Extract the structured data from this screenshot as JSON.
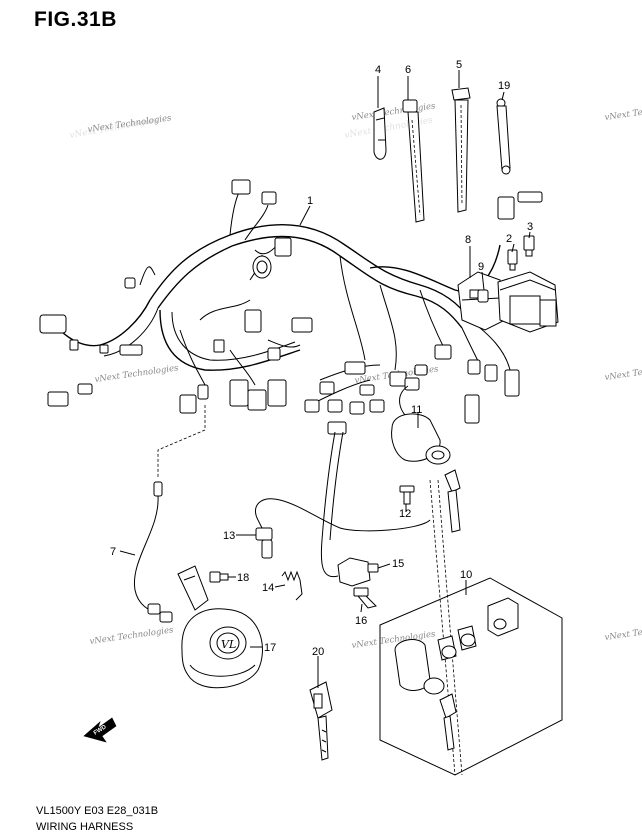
{
  "figure_title": "FIG.31B",
  "footer": {
    "code": "VL1500Y E03 E28_031B",
    "caption": "WIRING HARNESS"
  },
  "watermark": "vNext Technologies",
  "fwd_label": "FWD",
  "callouts": [
    {
      "id": "c1",
      "label": "1"
    },
    {
      "id": "c2",
      "label": "2"
    },
    {
      "id": "c3",
      "label": "3"
    },
    {
      "id": "c4",
      "label": "4"
    },
    {
      "id": "c5",
      "label": "5"
    },
    {
      "id": "c6",
      "label": "6"
    },
    {
      "id": "c7",
      "label": "7"
    },
    {
      "id": "c8",
      "label": "8"
    },
    {
      "id": "c9",
      "label": "9"
    },
    {
      "id": "c10",
      "label": "10"
    },
    {
      "id": "c11",
      "label": "11"
    },
    {
      "id": "c12",
      "label": "12"
    },
    {
      "id": "c13",
      "label": "13"
    },
    {
      "id": "c14",
      "label": "14"
    },
    {
      "id": "c15",
      "label": "15"
    },
    {
      "id": "c16",
      "label": "16"
    },
    {
      "id": "c17",
      "label": "17"
    },
    {
      "id": "c18",
      "label": "18"
    },
    {
      "id": "c19",
      "label": "19"
    },
    {
      "id": "c20",
      "label": "20"
    }
  ]
}
